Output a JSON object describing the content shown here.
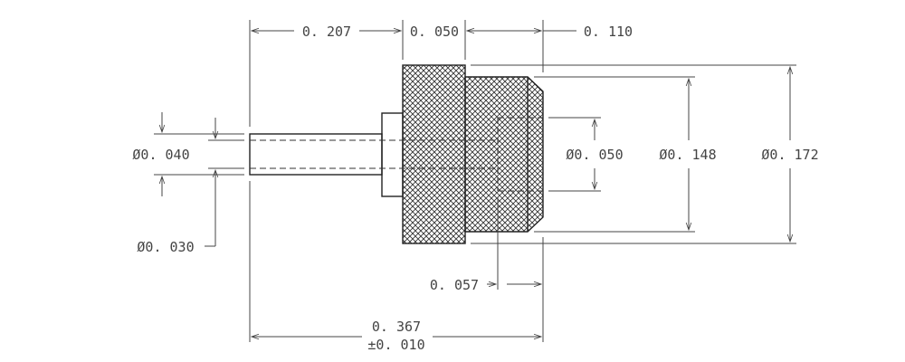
{
  "drawing": {
    "colors": {
      "line": "#222222",
      "text": "#444444",
      "background": "#ffffff"
    },
    "dimensions": {
      "length_pin": "0. 207",
      "length_collar": "0. 050",
      "length_head": "0. 110",
      "dia_head_outer": "Ø0. 172",
      "dia_head_step": "Ø0. 148",
      "dia_bore": "Ø0. 050",
      "dia_pin": "Ø0. 040",
      "dia_pin_inner": "Ø0. 030",
      "bore_depth": "0. 057",
      "overall_length": "0. 367",
      "overall_tolerance": "±0. 010"
    }
  }
}
